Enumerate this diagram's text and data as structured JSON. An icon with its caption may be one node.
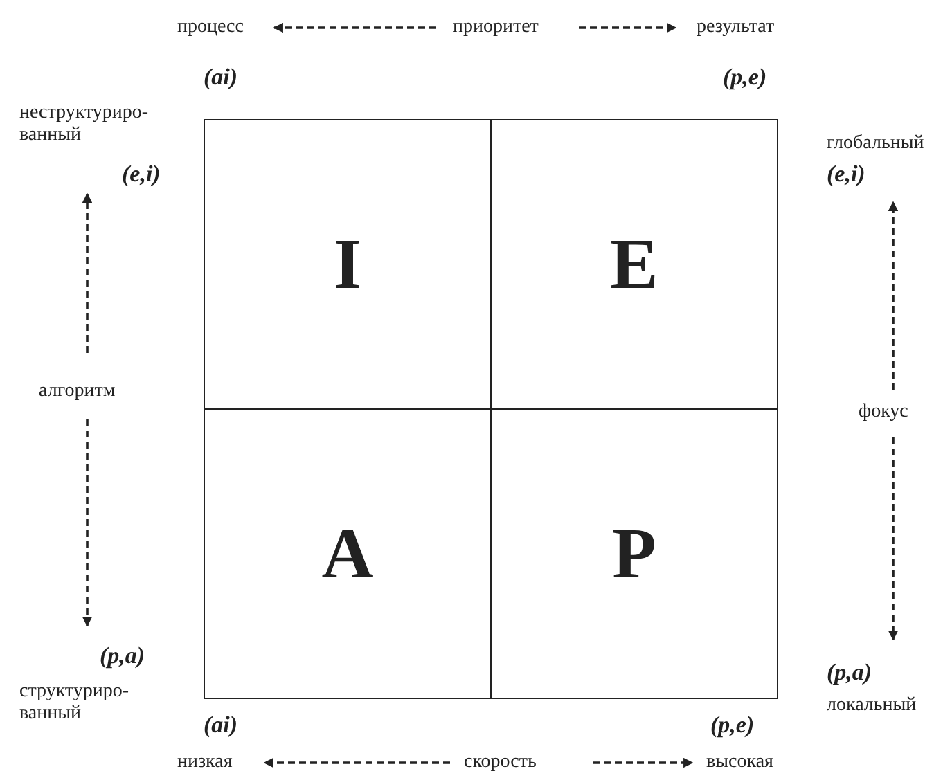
{
  "diagram": {
    "nodes": [
      {
        "text": [
          "I"
        ]
      },
      {
        "text": [
          "E"
        ]
      },
      {
        "text": [
          "A"
        ]
      },
      {
        "text": [
          "P"
        ]
      },
      {
        "text": [
          "процесс"
        ]
      },
      {
        "text": [
          "приоритет"
        ]
      },
      {
        "text": [
          "результат"
        ]
      },
      {
        "text": [
          "низкая"
        ]
      },
      {
        "text": [
          "скорость"
        ]
      },
      {
        "text": [
          "высокая"
        ]
      },
      {
        "text": [
          "неструктуриро-ванный"
        ]
      },
      {
        "text": [
          "алгоритм"
        ]
      },
      {
        "text": [
          "структуриро-ванный"
        ]
      },
      {
        "text": [
          "глобальный"
        ]
      },
      {
        "text": [
          "фокус"
        ]
      },
      {
        "text": [
          "локальный"
        ]
      }
    ],
    "edges": [
      {
        "from": 5,
        "to": 4,
        "arrow": "to",
        "style": "dashed"
      },
      {
        "from": 5,
        "to": 6,
        "arrow": "to",
        "style": "dashed"
      },
      {
        "from": 8,
        "to": 7,
        "arrow": "to",
        "style": "dashed"
      },
      {
        "from": 8,
        "to": 9,
        "arrow": "to",
        "style": "dashed"
      },
      {
        "from": 11,
        "to": 10,
        "arrow": "to",
        "style": "dashed"
      },
      {
        "from": 11,
        "to": 12,
        "arrow": "to",
        "style": "dashed"
      },
      {
        "from": 14,
        "to": 13,
        "arrow": "to",
        "style": "dashed"
      },
      {
        "from": 14,
        "to": 15,
        "arrow": "to",
        "style": "dashed"
      }
    ],
    "labels": [
      "(ai)",
      "(p,e)",
      "(e,i)",
      "(e,i)",
      "(p,a)",
      "(p,a)",
      "(ai)",
      "(p,e)"
    ]
  }
}
